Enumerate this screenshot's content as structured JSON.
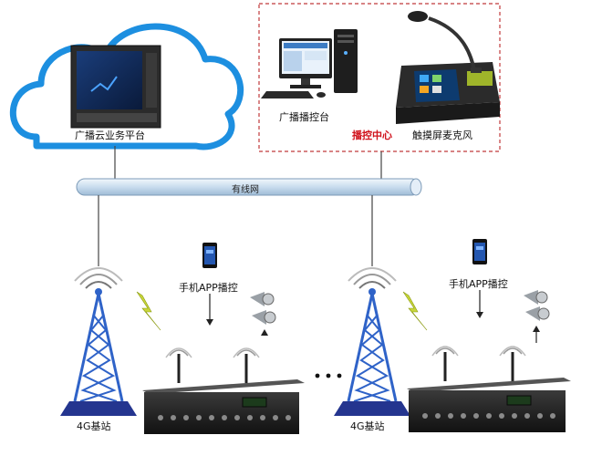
{
  "cloud": {
    "label": "广播云业务平台"
  },
  "control_center": {
    "console_label": "广播播控台",
    "center_label": "播控中心",
    "mic_label": "触摸屏麦克风"
  },
  "network": {
    "label": "有线网"
  },
  "sites": [
    {
      "station_label": "4G基站",
      "app_label": "手机APP播控"
    },
    {
      "station_label": "4G基站",
      "app_label": "手机APP播控"
    }
  ],
  "colors": {
    "cloud_stroke": "#1d8fe0",
    "pipe": "#cfe0ef",
    "center_dash": "#c0393b",
    "center_text": "#d0121b"
  }
}
